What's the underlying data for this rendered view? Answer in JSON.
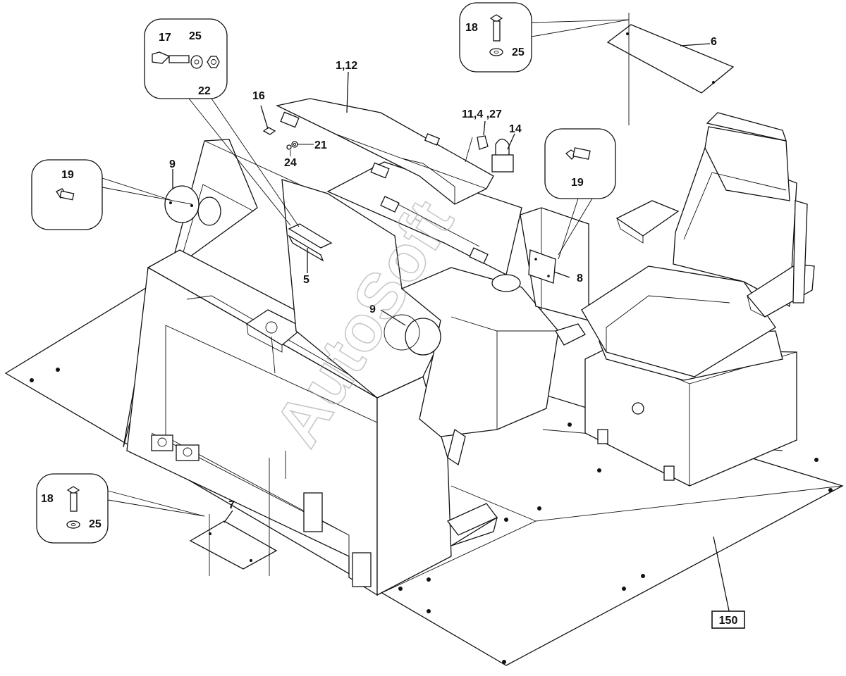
{
  "watermark": "AutoSoft",
  "parts": {
    "p1_12": "1,12",
    "p16": "16",
    "p21": "21",
    "p24": "24",
    "p11_4_27": "11,4 ,27",
    "p14": "14",
    "p9_left": "9",
    "p9_center": "9",
    "p5": "5",
    "p8": "8",
    "p6": "6",
    "p7": "7",
    "p19_seat": "19"
  },
  "details": {
    "top_left": {
      "a": "17",
      "b": "25",
      "c": "22"
    },
    "top_right": {
      "a": "18",
      "b": "25"
    },
    "left": {
      "a": "19"
    },
    "bottom_left": {
      "a": "18",
      "b": "25"
    }
  },
  "assembly_ref": "150"
}
